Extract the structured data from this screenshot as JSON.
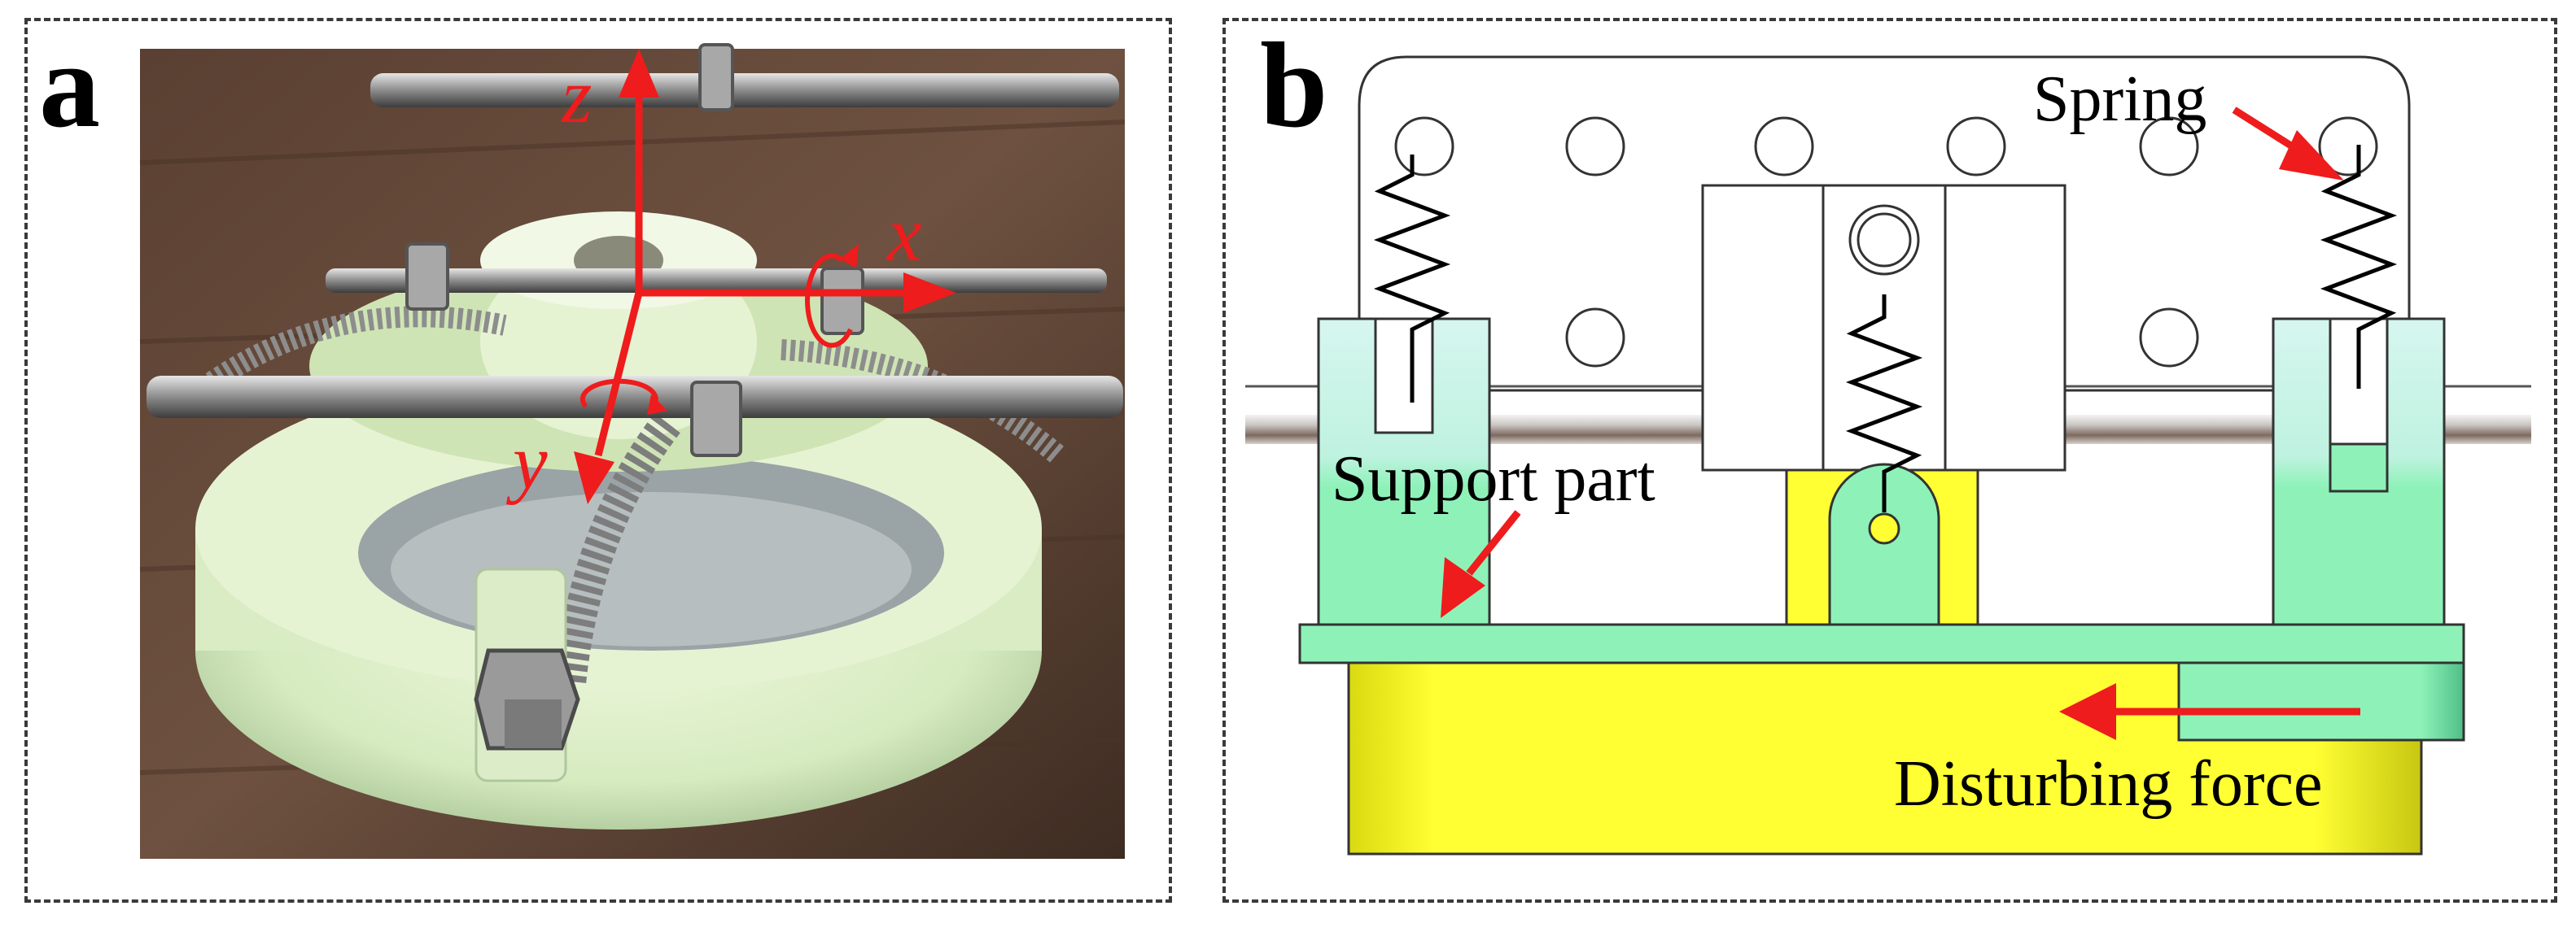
{
  "panels": {
    "a": {
      "label": "a",
      "axes": {
        "z": "z",
        "x": "x",
        "y": "y"
      },
      "axis_color": "#ee1c1c"
    },
    "b": {
      "label": "b",
      "annotations": {
        "spring": "Spring",
        "support_part": "Support part",
        "disturbing_force": "Disturbing force"
      },
      "colors": {
        "support": "#8ef2b8",
        "base": "#ffff33",
        "arrow": "#ee1c1c"
      }
    }
  }
}
